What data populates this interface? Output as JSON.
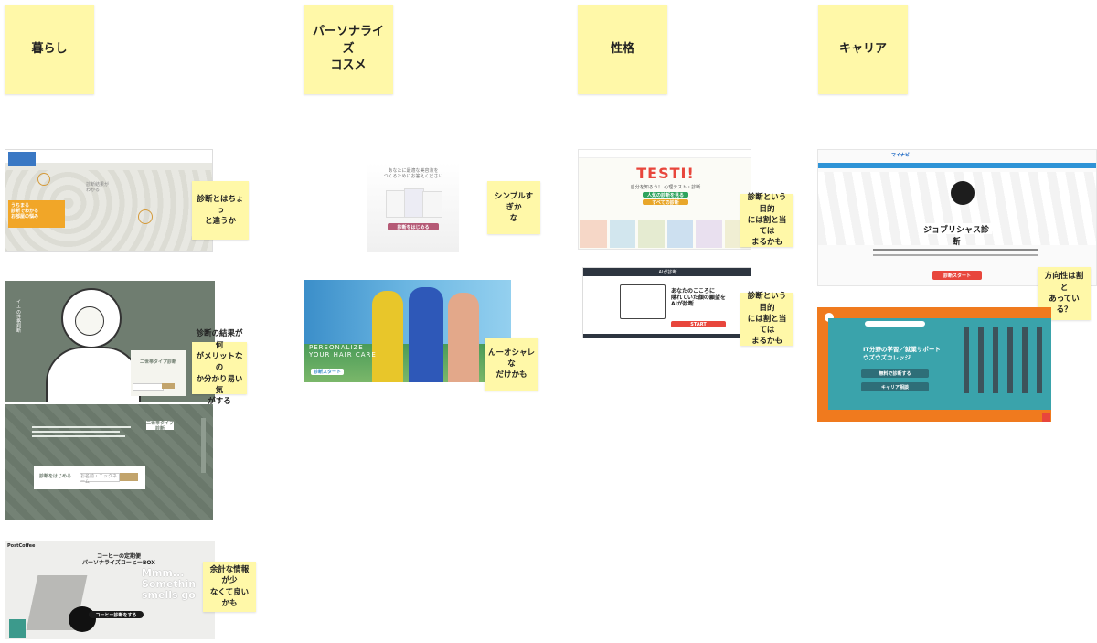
{
  "columns": [
    {
      "label": "暮らし"
    },
    {
      "label": "パーソナライズ\nコスメ"
    },
    {
      "label": "性格"
    },
    {
      "label": "キャリア"
    }
  ],
  "notes": [
    {
      "text": "診断とはちょっ\nと違うか"
    },
    {
      "text": "診断の結果が何\nがメリットなの\nか分かり易い気\nがする"
    },
    {
      "text": "余計な情報が少\nなくて良いかも"
    },
    {
      "text": "シンプルすぎか\nな"
    },
    {
      "text": "んーオシャレな\nだけかも"
    },
    {
      "text": "診断という目的\nには割と当ては\nまるかも"
    },
    {
      "text": "診断という目的\nには割と当ては\nまるかも"
    },
    {
      "text": "方向性は割と\nあっている？"
    }
  ],
  "thumbs": {
    "kurashi1": {
      "banner": "うちまる\n診断でわかる\nお部屋の悩み",
      "box": "診断結果が\nわかる"
    },
    "kurashi2": {
      "side": "イエ の性格判断",
      "badge": "二世帯タイプ診断"
    },
    "kurashi3": {
      "title": "二世帯タイプ診断",
      "start": "診断をはじめる",
      "field": "お名前・ニックネーム"
    },
    "coffee": {
      "brand": "PostCoffee",
      "tagline": "コーヒーの定期便\nパーソナライズコーヒーBOX",
      "big": "Mmm...\nSomethin\nsmells go",
      "btn": "コーヒー診断をする"
    },
    "cosme1": {
      "text": "あなたに最適な美容液を\nつくるためにお答えください",
      "btn": "診断をはじめる"
    },
    "cosme2": {
      "text": "PERSONALIZE\nYOUR HAIR CARE",
      "sub": "診断スタート"
    },
    "testi": {
      "logo": "TESTI!",
      "sub": "自分を知ろう！ 心理テスト・診断",
      "b1": "人気の診断を見る",
      "b2": "すべての診断"
    },
    "ai": {
      "head": "AIが診断",
      "title": "あなたのこころに\n隠れていた顔の願望を\nAIが診断",
      "btn": "START"
    },
    "mynavi": {
      "logo": "マイナビ",
      "title": "ジョブリシャス診断",
      "btn": "診断スタート"
    },
    "it": {
      "title": "IT分野の学習／就業サポート\nウズウズカレッジ",
      "b1": "無料で診断する",
      "b2": "キャリア相談"
    }
  },
  "colors": {
    "sticky": "#fff8a8",
    "sage": "#6f7d70",
    "orange": "#f07a1e",
    "teal": "#3aa3ab"
  }
}
